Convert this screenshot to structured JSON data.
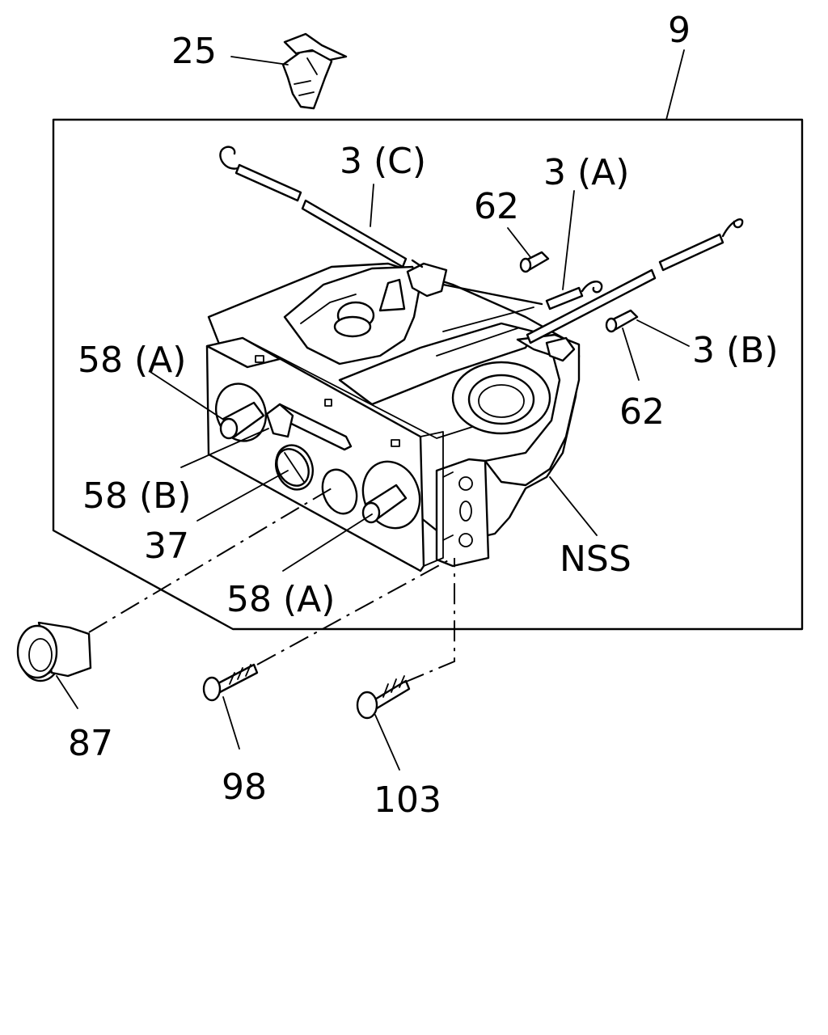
{
  "callouts": {
    "c25": "25",
    "c9": "9",
    "c3c": "3 (C)",
    "c3a": "3 (A)",
    "c62a": "62",
    "c3b": "3 (B)",
    "c62b": "62",
    "c58a_top": "58 (A)",
    "c58b": "58 (B)",
    "c37": "37",
    "c58a_bottom": "58 (A)",
    "cnss": "NSS",
    "c87": "87",
    "c98": "98",
    "c103": "103"
  }
}
